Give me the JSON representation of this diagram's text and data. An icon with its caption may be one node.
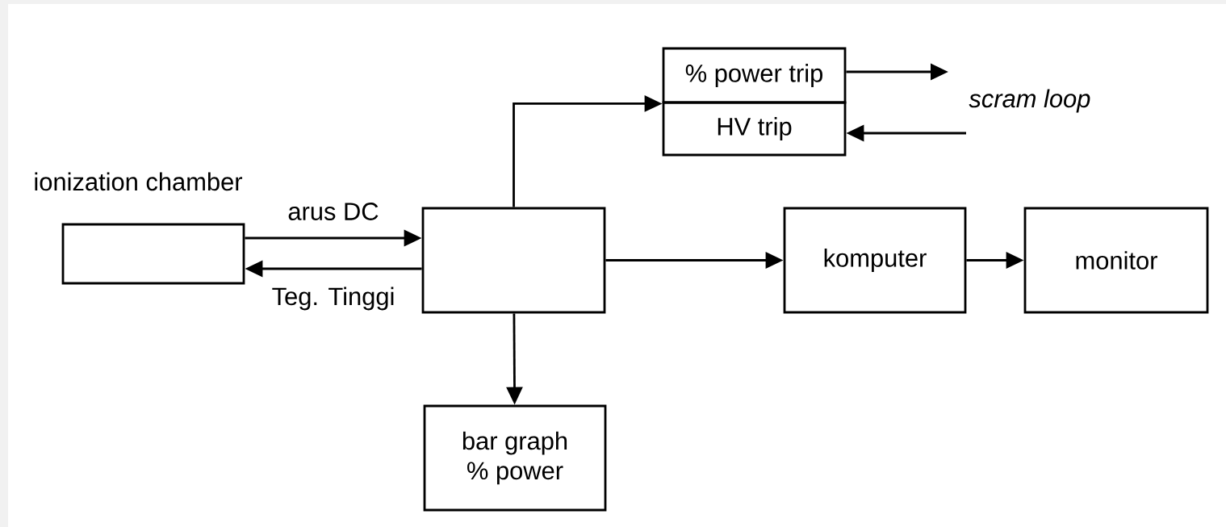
{
  "diagram": {
    "nodes": [
      {
        "text": [
          "ionization chamber"
        ]
      },
      {
        "text": [],
        "shape": "box"
      },
      {
        "text": [
          "% power trip"
        ]
      },
      {
        "text": [
          "HV trip"
        ]
      },
      {
        "text": [
          "komputer"
        ]
      },
      {
        "text": [
          "monitor"
        ]
      },
      {
        "text": [
          "bar graph % power"
        ]
      },
      {
        "text": [
          "scram loop"
        ]
      }
    ],
    "edges": [
      {
        "from": 0,
        "to": 1,
        "arrow": "to",
        "label": "arus DC"
      },
      {
        "from": 1,
        "to": 0,
        "arrow": "to",
        "label": "Teg. Tinggi"
      },
      {
        "from": 1,
        "to": 2,
        "arrow": "to"
      },
      {
        "from": 2,
        "to": 7,
        "arrow": "to"
      },
      {
        "from": 7,
        "to": 3,
        "arrow": "to"
      },
      {
        "from": 1,
        "to": 4,
        "arrow": "to"
      },
      {
        "from": 4,
        "to": 5,
        "arrow": "to"
      },
      {
        "from": 1,
        "to": 6,
        "arrow": "to"
      }
    ]
  }
}
